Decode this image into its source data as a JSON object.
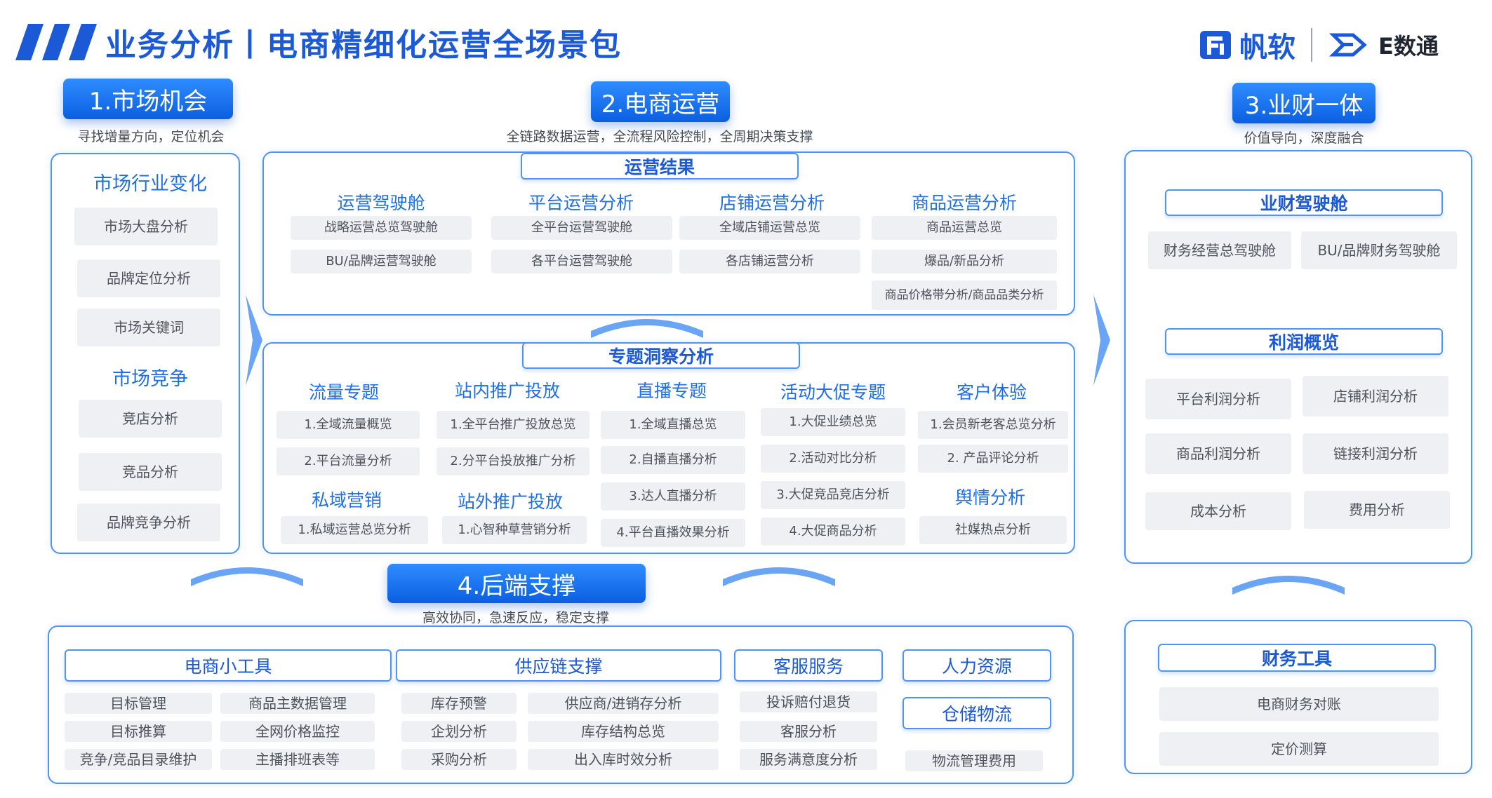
{
  "header": {
    "title": "业务分析丨电商精细化运营全场景包",
    "brand_primary": "帆软",
    "brand_secondary": "E数通"
  },
  "colors": {
    "accent": "#1b59d6",
    "panel_border": "#4f94f3",
    "item_bg": "#eef0f4"
  },
  "sections": {
    "market": {
      "label": "1.市场机会",
      "subtitle": "寻找增量方向，定位机会",
      "groups": [
        {
          "title": "市场行业变化",
          "items": [
            "市场大盘分析",
            "品牌定位分析",
            "市场关键词"
          ]
        },
        {
          "title": "市场竞争",
          "items": [
            "竞店分析",
            "竞品分析",
            "品牌竞争分析"
          ]
        }
      ]
    },
    "ecommerce": {
      "label": "2.电商运营",
      "subtitle": "全链路数据运营，全流程风险控制，全周期决策支撑",
      "results": {
        "title": "运营结果",
        "columns": [
          {
            "title": "运营驾驶舱",
            "items": [
              "战略运营总览驾驶舱",
              "BU/品牌运营驾驶舱"
            ]
          },
          {
            "title": "平台运营分析",
            "items": [
              "全平台运营驾驶舱",
              "各平台运营驾驶舱"
            ]
          },
          {
            "title": "店铺运营分析",
            "items": [
              "全域店铺运营总览",
              "各店铺运营分析"
            ]
          },
          {
            "title": "商品运营分析",
            "items": [
              "商品运营总览",
              "爆品/新品分析",
              "商品价格带分析/商品品类分析"
            ]
          }
        ]
      },
      "insights": {
        "title": "专题洞察分析",
        "columns": [
          {
            "title": "流量专题",
            "items": [
              "1.全域流量概览",
              "2.平台流量分析"
            ]
          },
          {
            "title": "站内推广投放",
            "items": [
              "1.全平台推广投放总览",
              "2.分平台投放推广分析"
            ]
          },
          {
            "title": "直播专题",
            "items": [
              "1.全域直播总览",
              "2.自播直播分析",
              "3.达人直播分析",
              "4.平台直播效果分析"
            ]
          },
          {
            "title": "活动大促专题",
            "items": [
              "1.大促业绩总览",
              "2.活动对比分析",
              "3.大促竞品竞店分析",
              "4.大促商品分析"
            ]
          },
          {
            "title": "客户体验",
            "items": [
              "1.会员新老客总览分析",
              "2. 产品评论分析"
            ]
          },
          {
            "title": "私域营销",
            "items": [
              "1.私域运营总览分析"
            ]
          },
          {
            "title": "站外推广投放",
            "items": [
              "1.心智种草营销分析"
            ]
          },
          {
            "title": "舆情分析",
            "items": [
              "社媒热点分析"
            ]
          }
        ]
      }
    },
    "finance": {
      "label": "3.业财一体",
      "subtitle": "价值导向，深度融合",
      "cockpit": {
        "title": "业财驾驶舱",
        "items": [
          "财务经营总驾驶舱",
          "BU/品牌财务驾驶舱"
        ]
      },
      "profit": {
        "title": "利润概览",
        "items": [
          "平台利润分析",
          "店铺利润分析",
          "商品利润分析",
          "链接利润分析",
          "成本分析",
          "费用分析"
        ]
      }
    },
    "backend": {
      "label": "4.后端支撑",
      "subtitle": "高效协同，急速反应，稳定支撑",
      "groups": [
        {
          "title": "电商小工具",
          "items": [
            "目标管理",
            "商品主数据管理",
            "目标推算",
            "全网价格监控",
            "竞争/竞品目录维护",
            "主播排班表等"
          ]
        },
        {
          "title": "供应链支撑",
          "items": [
            "库存预警",
            "供应商/进销存分析",
            "企划分析",
            "库存结构总览",
            "采购分析",
            "出入库时效分析"
          ]
        },
        {
          "title": "客服服务",
          "items": [
            "投诉赔付退货",
            "客服分析",
            "服务满意度分析"
          ]
        },
        {
          "title": "人力资源",
          "items": []
        },
        {
          "title": "仓储物流",
          "items": [
            "物流管理费用"
          ]
        }
      ]
    },
    "fin_tools": {
      "title": "财务工具",
      "items": [
        "电商财务对账",
        "定价测算"
      ]
    }
  }
}
